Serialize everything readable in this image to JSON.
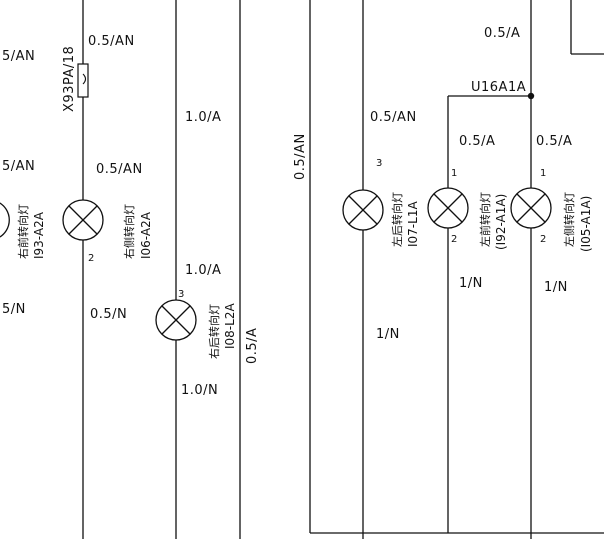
{
  "wire_labels": {
    "w1": "5/AN",
    "w2": "0.5/AN",
    "w3": "1.0/A",
    "w4": "0.5/A",
    "w5": "0.5/AN",
    "w6": "5/AN",
    "w7": "0.5/AN",
    "w8": "0.5/AN",
    "w9": "0.5/A",
    "w10": "0.5/A",
    "w11": "1.0/A",
    "w12": "5/N",
    "w13": "0.5/N",
    "w14": "1/N",
    "w15": "1/N",
    "w16": "1/N",
    "w17": "1.0/N",
    "w18": "0.5/A"
  },
  "fuse": {
    "label": "X93PA/18"
  },
  "junction": {
    "label": "U16A1A"
  },
  "lamps": {
    "partial_left": {
      "name": "右前转向灯",
      "code": "I93-A2A"
    },
    "right_side": {
      "name": "右侧转向灯",
      "code": "I06-A2A",
      "pin": "2"
    },
    "right_rear": {
      "name": "右后转向灯",
      "code": "I08-L2A",
      "pin": "3"
    },
    "left_rear": {
      "name": "左后转向灯",
      "code": "I07-L1A",
      "pin": "3"
    },
    "left_front": {
      "name": "左前转向灯",
      "code": "(I92-A1A)",
      "pin_top": "1",
      "pin_bottom": "2"
    },
    "left_side": {
      "name": "左侧转向灯",
      "code": "(I05-A1A)",
      "pin_top": "1",
      "pin_bottom": "2"
    }
  }
}
